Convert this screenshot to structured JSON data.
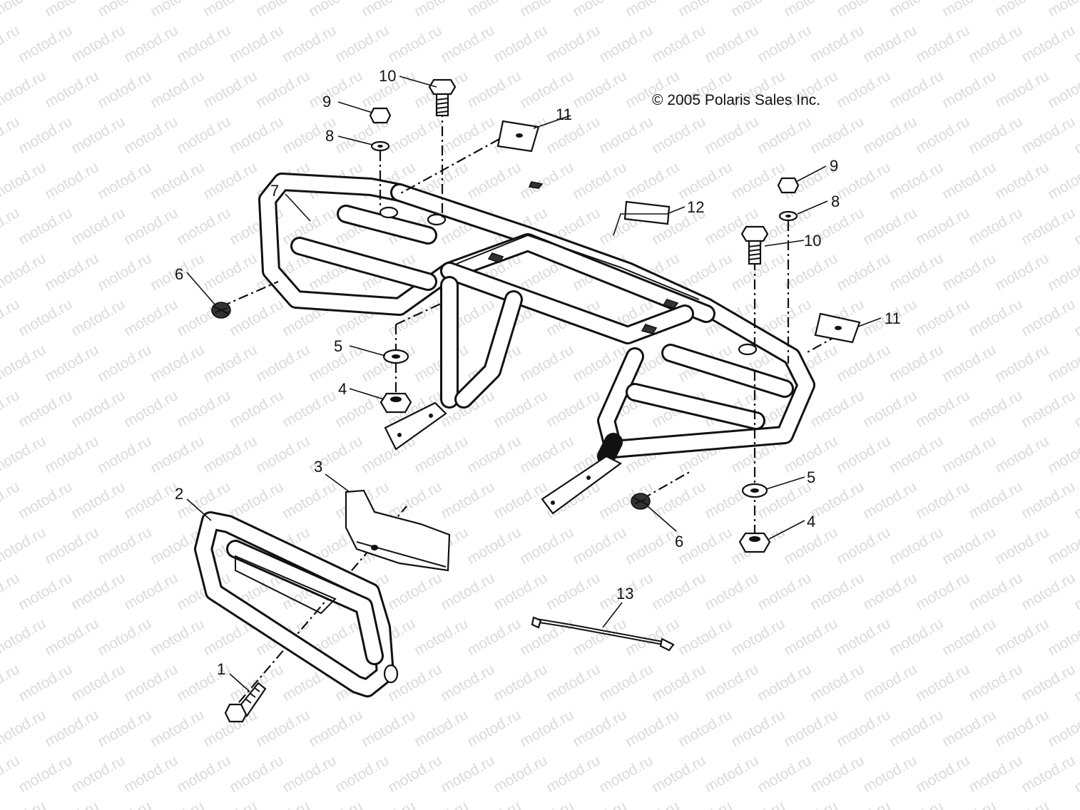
{
  "watermark": {
    "text": "motod.ru"
  },
  "copyright": "© 2005 Polaris Sales Inc.",
  "callouts": {
    "c1": "1",
    "c2": "2",
    "c3": "3",
    "c4a": "4",
    "c4b": "4",
    "c5a": "5",
    "c5b": "5",
    "c6a": "6",
    "c6b": "6",
    "c7": "7",
    "c8a": "8",
    "c8b": "8",
    "c9a": "9",
    "c9b": "9",
    "c10a": "10",
    "c10b": "10",
    "c11a": "11",
    "c11b": "11",
    "c12": "12",
    "c13": "13"
  }
}
